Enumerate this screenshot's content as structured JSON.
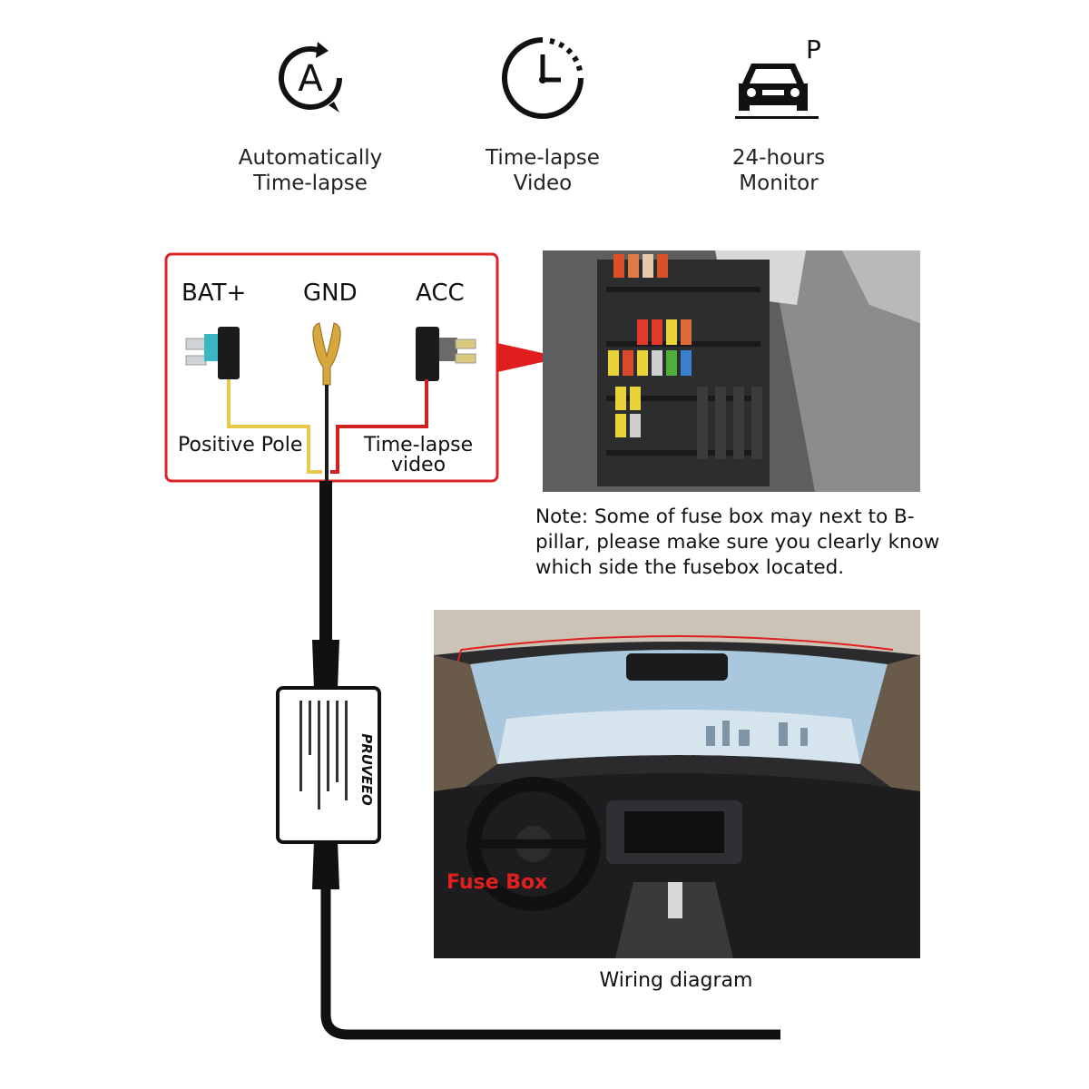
{
  "features": [
    {
      "icon": "auto-timelapse-icon",
      "label_line1": "Automatically",
      "label_line2": "Time-lapse"
    },
    {
      "icon": "clock-icon",
      "label_line1": "Time-lapse",
      "label_line2": "Video"
    },
    {
      "icon": "parked-car-icon",
      "icon_letter": "P",
      "label_line1": "24-hours",
      "label_line2": "Monitor"
    }
  ],
  "wiring_box": {
    "bat_label": "BAT+",
    "gnd_label": "GND",
    "acc_label": "ACC",
    "positive_pole_label": "Positive Pole",
    "timelapse_line1": "Time-lapse",
    "timelapse_line2": "video"
  },
  "note": "Note: Some of fuse box may next to B-pillar, please make sure you clearly know which side the fusebox located.",
  "fuse_box_label": "Fuse Box",
  "caption": "Wiring diagram",
  "module_brand": "PRUVEEO",
  "colors": {
    "accent_red": "#d8262b",
    "wire_yellow": "#e8c94a",
    "wire_red": "#d02020"
  }
}
